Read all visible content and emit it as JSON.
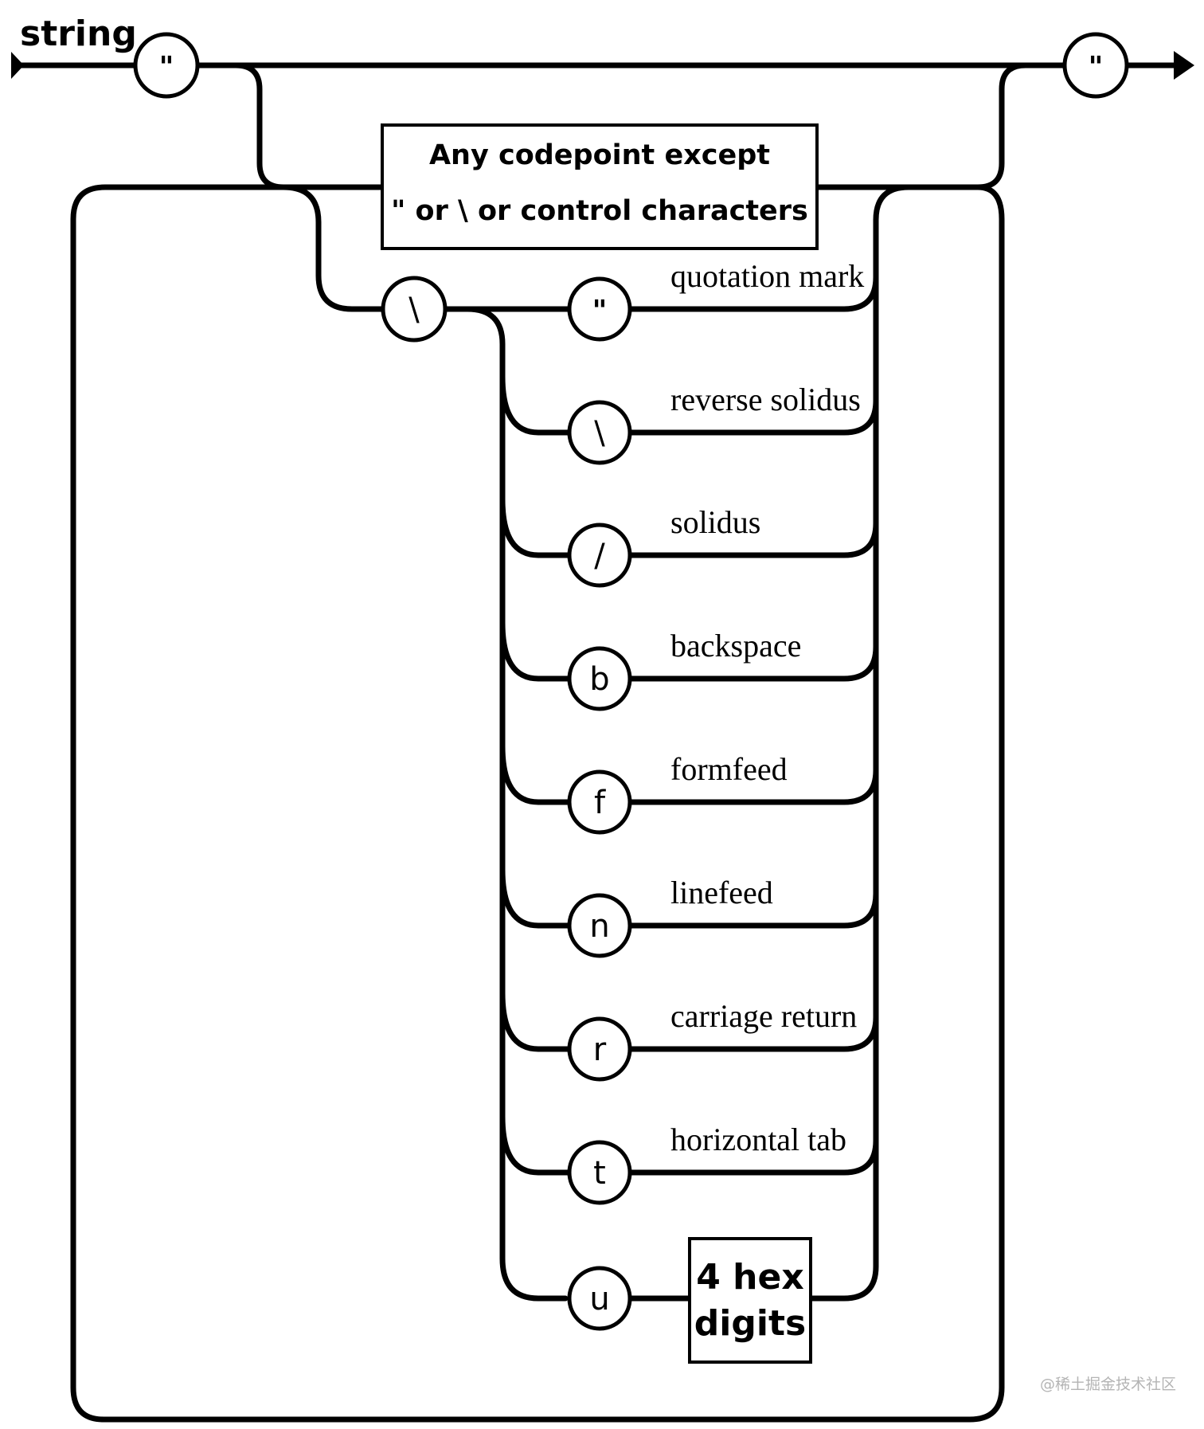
{
  "diagram": {
    "title": "string",
    "open_quote": "\"",
    "close_quote": "\"",
    "any_box": {
      "line1": "Any codepoint except",
      "line2": "\" or \\ or control characters"
    },
    "escape_char": "\\",
    "escapes": [
      {
        "symbol": "\"",
        "description": "quotation mark"
      },
      {
        "symbol": "\\",
        "description": "reverse solidus"
      },
      {
        "symbol": "/",
        "description": "solidus"
      },
      {
        "symbol": "b",
        "description": "backspace"
      },
      {
        "symbol": "f",
        "description": "formfeed"
      },
      {
        "symbol": "n",
        "description": "linefeed"
      },
      {
        "symbol": "r",
        "description": "carriage return"
      },
      {
        "symbol": "t",
        "description": "horizontal tab"
      },
      {
        "symbol": "u",
        "description": ""
      }
    ],
    "hex_box": {
      "line1": "4 hex",
      "line2": "digits"
    }
  },
  "watermark": "@稀土掘金技术社区"
}
